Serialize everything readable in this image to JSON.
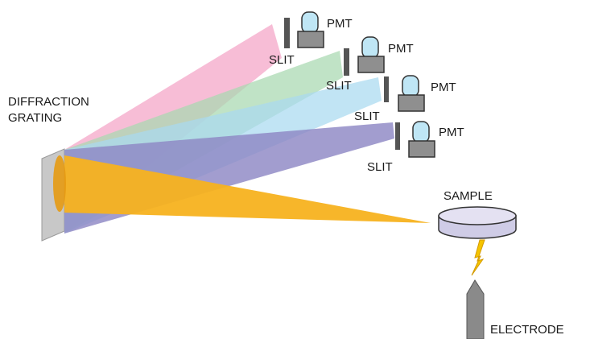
{
  "labels": {
    "grating_line1": "DIFFRACTION",
    "grating_line2": "GRATING",
    "sample": "SAMPLE",
    "electrode": "ELECTRODE",
    "slit": "SLIT",
    "pmt": "PMT"
  },
  "detector_channels": [
    {
      "slit": "SLIT",
      "pmt": "PMT",
      "beam_color": "#f4a7c8"
    },
    {
      "slit": "SLIT",
      "pmt": "PMT",
      "beam_color": "#a8d8b0"
    },
    {
      "slit": "SLIT",
      "pmt": "PMT",
      "beam_color": "#a9d9f0"
    },
    {
      "slit": "SLIT",
      "pmt": "PMT",
      "beam_color": "#8e88c4"
    }
  ],
  "colors": {
    "source_beam": "#f7b21f",
    "grating": "#c8c8c8",
    "sample_body": "#cfcce6",
    "electrode": "#8a8a8a",
    "spark": "#f5c400",
    "pmt_window": "#bfe6f5",
    "pmt_base": "#8f8f8f",
    "slit": "#555555"
  }
}
